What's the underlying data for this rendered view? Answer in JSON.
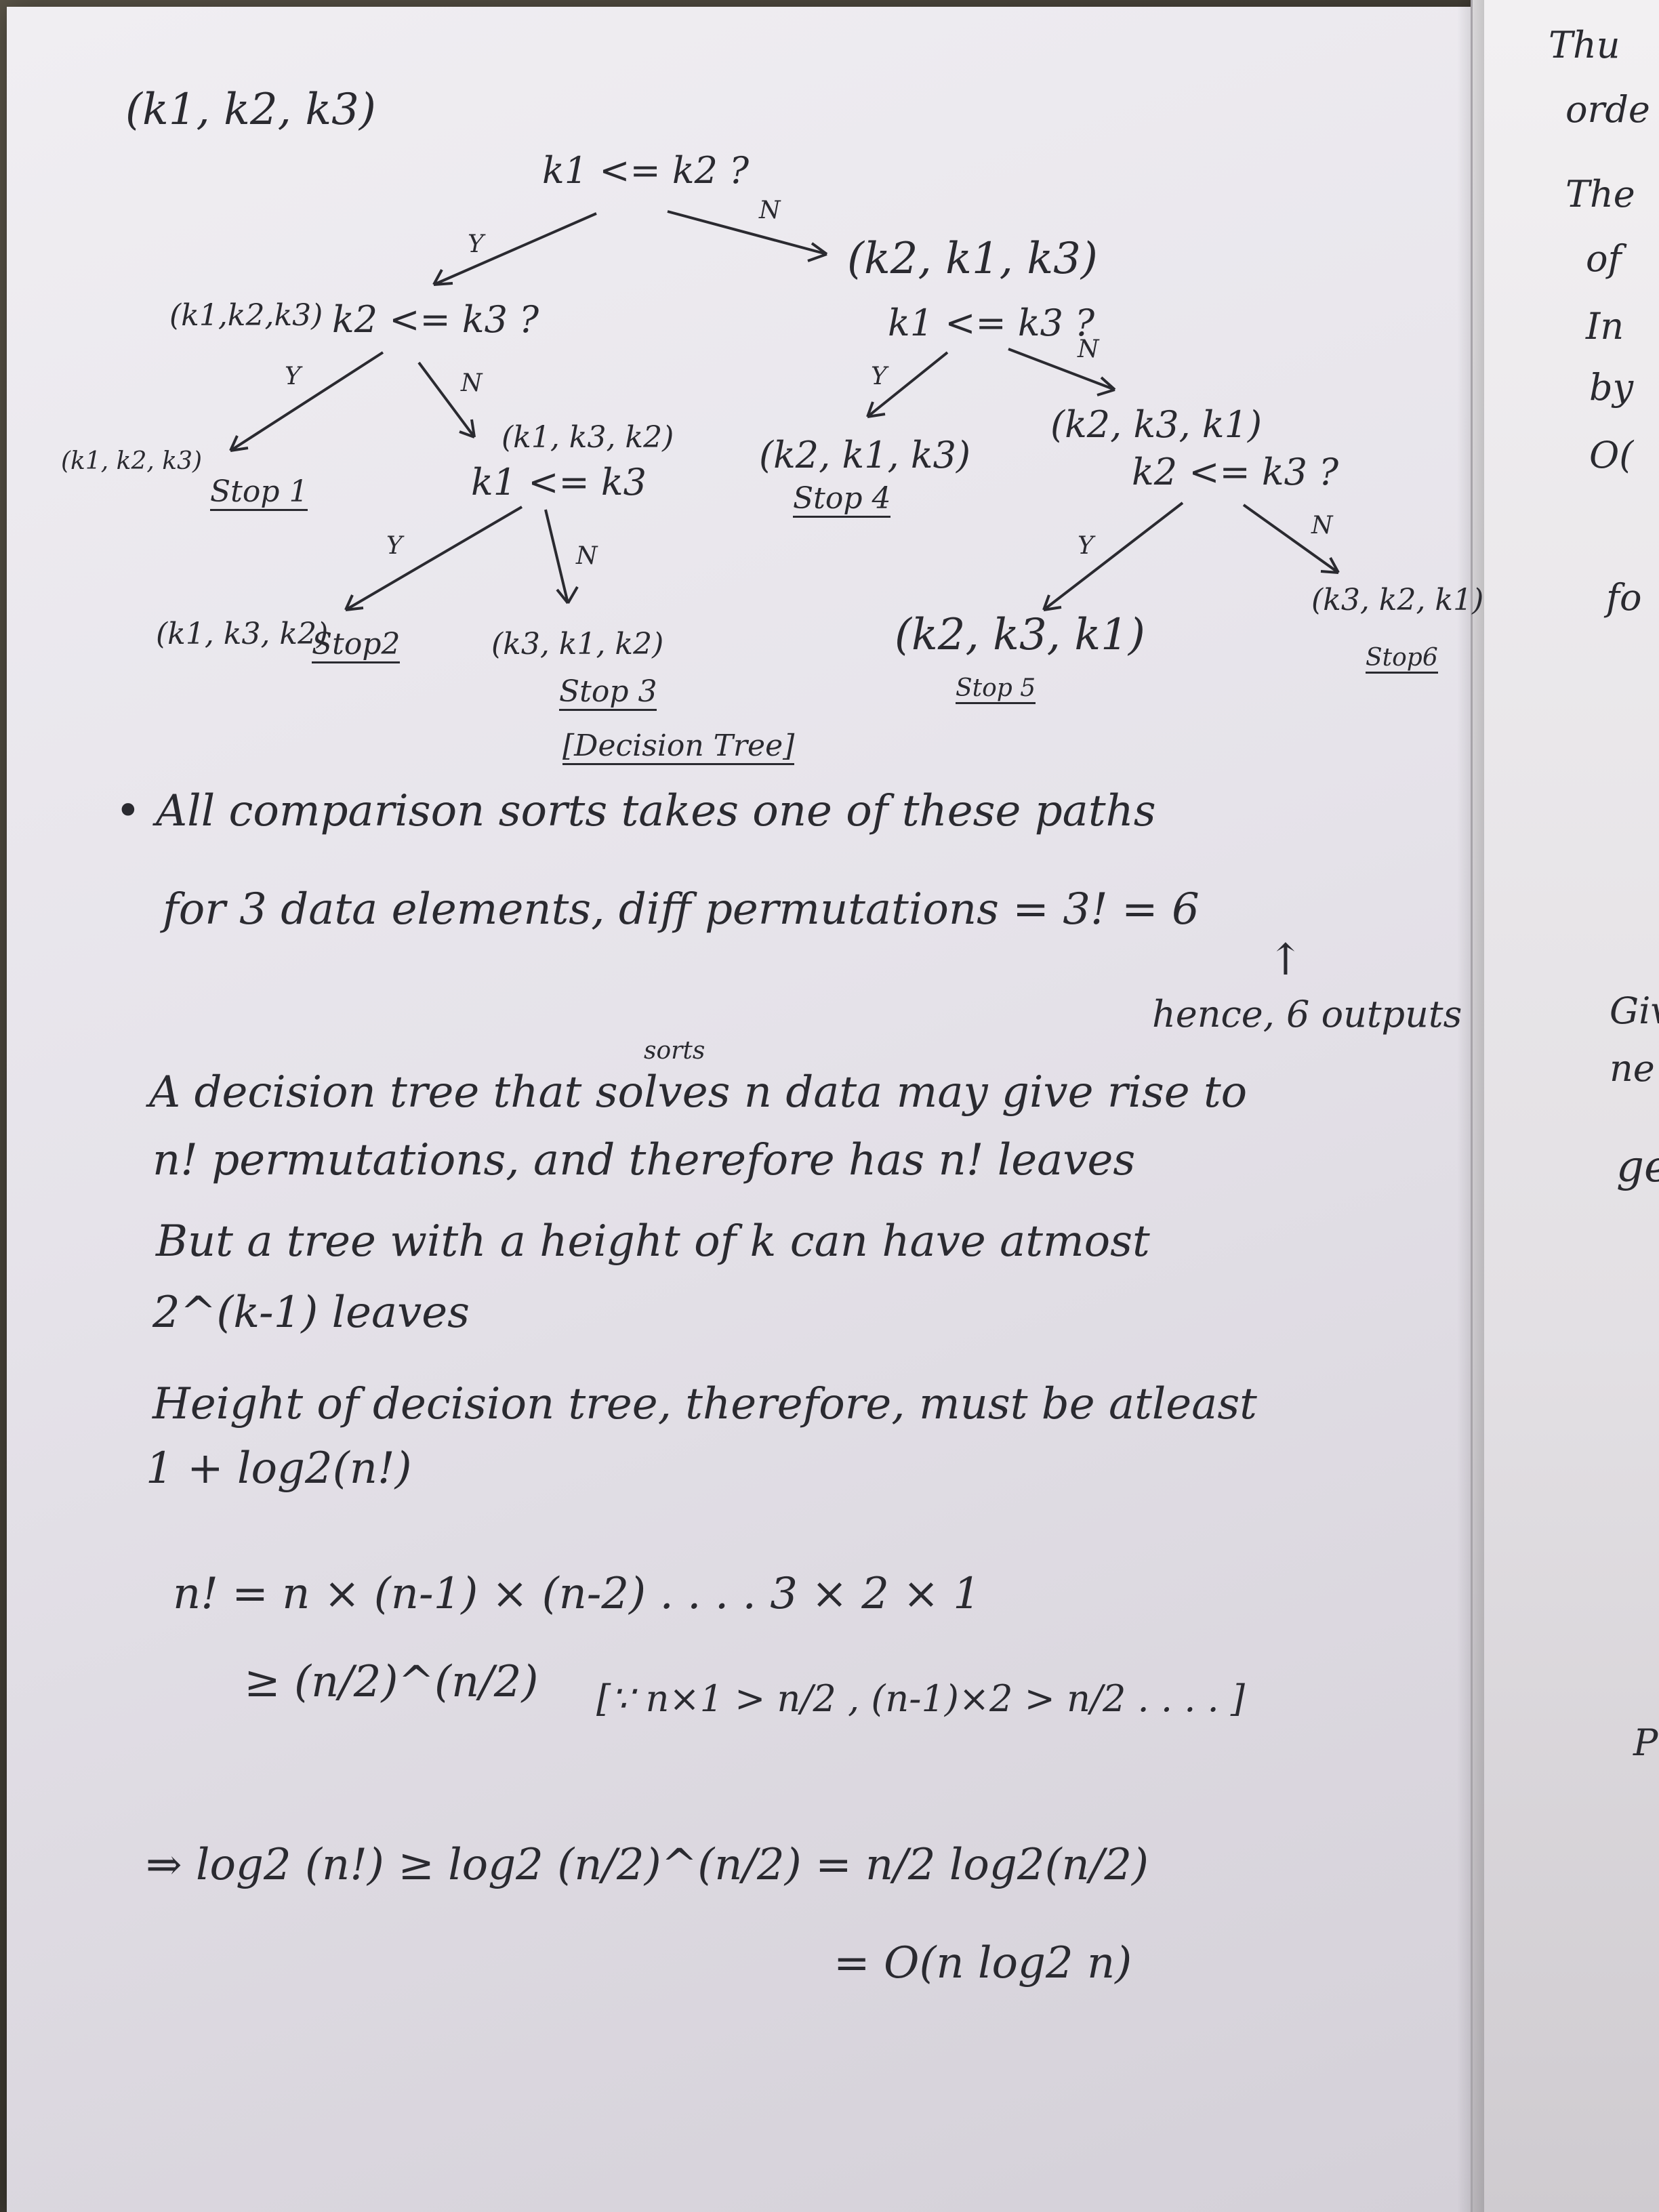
{
  "tree": {
    "input": "(k1, k2, k3)",
    "root": "k1 <= k2 ?",
    "left_state": "(k1,k2,k3)",
    "left_q": "k2 <= k3 ?",
    "right_state": "(k2, k1, k3)",
    "right_q": "k1 <= k3 ?",
    "ll_state": "(k1, k2, k3)",
    "ll_stop": "Stop 1",
    "lr_state": "(k1, k3, k2)",
    "lr_q": "k1 <= k3",
    "lrl_state": "(k1, k3, k2)",
    "lrl_stop": "Stop2",
    "lrr_state": "(k3, k1, k2)",
    "lrr_stop": "Stop 3",
    "rl_state": "(k2, k1, k3)",
    "rl_stop": "Stop 4",
    "rr_state": "(k2, k3, k1)",
    "rr_q": "k2 <= k3 ?",
    "rrl_state": "(k2, k3, k1)",
    "rrl_stop": "Stop 5",
    "rrr_state": "(k3, k2, k1)",
    "rrr_stop": "Stop6",
    "yes": "Y",
    "no": "N",
    "caption": "[Decision Tree]"
  },
  "notes": {
    "bullet": "All comparison sorts takes one of these paths",
    "perm_line": "for 3 data elements, diff permutations = 3! = 6",
    "arrow_up": "↑",
    "hence": "hence, 6 outputs",
    "sorts": "sorts",
    "para1_a": "A decision tree that solves n data may give rise to",
    "para1_b": "n! permutations, and therefore has n! leaves",
    "para2_a": "But a tree with a height of k can have atmost",
    "para2_b": "2^(k-1) leaves",
    "para3_a": "Height of decision tree, therefore, must be atleast",
    "para3_b": "1 + log2(n!)"
  },
  "math": {
    "line1": "n! = n × (n-1) × (n-2) . . . .      3 × 2 × 1",
    "line2": "≥ (n/2)^(n/2)",
    "line2_reason": "[∵ n×1 > n/2 , (n-1)×2 > n/2 . . . . ]",
    "line3": "⇒  log2 (n!)  ≥  log2 (n/2)^(n/2)  =  n/2 log2(n/2)",
    "line4": "= O(n log2 n)"
  },
  "right_page": {
    "lines": [
      "Thu",
      "orde",
      "The",
      "of",
      "In",
      "by",
      "O(",
      "fo",
      "Giv",
      "ne",
      "ge",
      "P"
    ]
  }
}
